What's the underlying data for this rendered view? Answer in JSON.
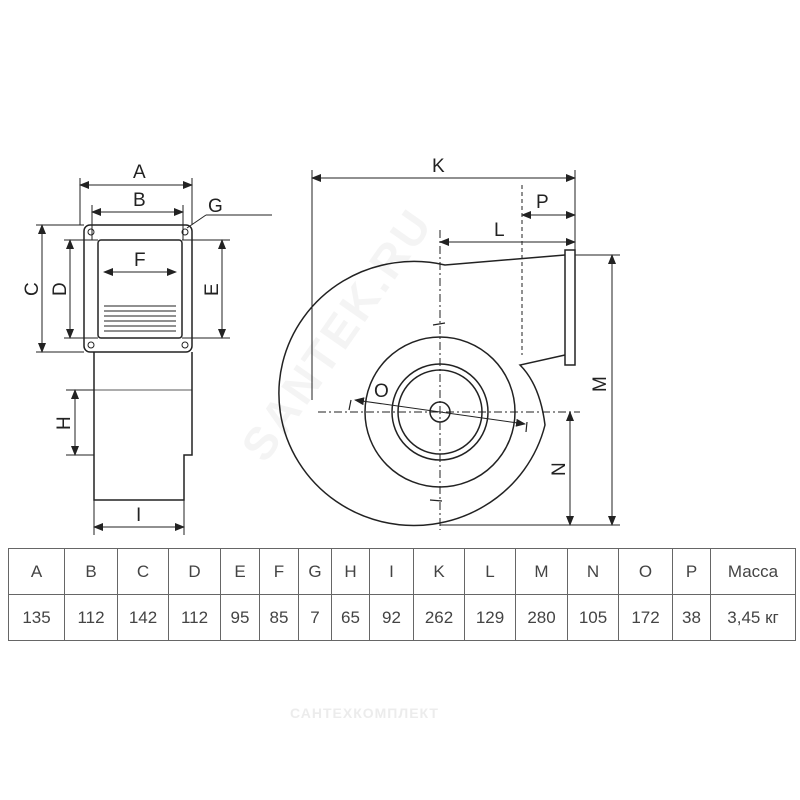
{
  "drawing": {
    "labels": {
      "A": "A",
      "B": "B",
      "C": "C",
      "D": "D",
      "E": "E",
      "F": "F",
      "G": "G",
      "H": "H",
      "I": "I",
      "K": "K",
      "L": "L",
      "M": "M",
      "N": "N",
      "O": "O",
      "P": "P"
    }
  },
  "table": {
    "headers": [
      "A",
      "B",
      "C",
      "D",
      "E",
      "F",
      "G",
      "H",
      "I",
      "K",
      "L",
      "M",
      "N",
      "O",
      "P",
      "Масса"
    ],
    "values": [
      "135",
      "112",
      "142",
      "112",
      "95",
      "85",
      "7",
      "65",
      "92",
      "262",
      "129",
      "280",
      "105",
      "172",
      "38",
      "3,45 кг"
    ]
  },
  "watermark": {
    "brand": "САНТЕХКОМПЛЕКТ",
    "site": "SANTEK.RU"
  },
  "colors": {
    "line": "#222222",
    "border": "#666666"
  }
}
